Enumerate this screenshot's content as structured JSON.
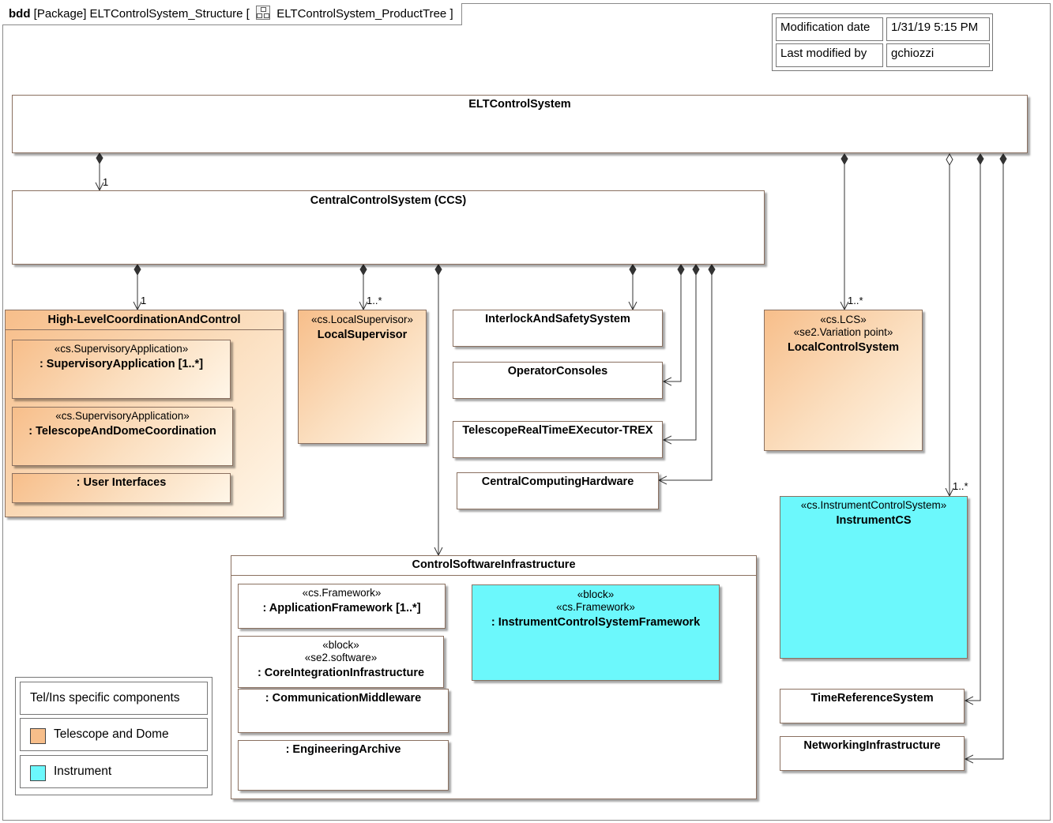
{
  "frame": {
    "kind": "bdd",
    "package": "[Package] ELTControlSystem_Structure [",
    "diagram_name": "ELTControlSystem_ProductTree ]"
  },
  "meta": {
    "modification_label": "Modification date",
    "modification_value": "1/31/19 5:15 PM",
    "modified_by_label": "Last modified by",
    "modified_by_value": "gchiozzi"
  },
  "blocks": {
    "elt": {
      "name": "ELTControlSystem"
    },
    "ccs": {
      "name": "CentralControlSystem (CCS)"
    },
    "hlcc": {
      "name": "High-LevelCoordinationAndControl",
      "parts": [
        {
          "stereo": "«cs.SupervisoryApplication»",
          "name": ": SupervisoryApplication [1..*]"
        },
        {
          "stereo": "«cs.SupervisoryApplication»",
          "name": ": TelescopeAndDomeCoordination"
        },
        {
          "name": ": User Interfaces"
        }
      ]
    },
    "ls": {
      "stereo": "«cs.LocalSupervisor»",
      "name": "LocalSupervisor"
    },
    "interlock": {
      "name": "InterlockAndSafetySystem"
    },
    "opcons": {
      "name": "OperatorConsoles"
    },
    "trex": {
      "name": "TelescopeRealTimeEXecutor-TREX"
    },
    "cch": {
      "name": "CentralComputingHardware"
    },
    "lcs": {
      "stereo1": "«cs.LCS»",
      "stereo2": "«se2.Variation point»",
      "name": "LocalControlSystem"
    },
    "ics": {
      "stereo": "«cs.InstrumentControlSystem»",
      "name": "InstrumentCS"
    },
    "csi": {
      "name": "ControlSoftwareInfrastructure",
      "parts": [
        {
          "stereo": "«cs.Framework»",
          "name": ": ApplicationFramework [1..*]"
        },
        {
          "stereo1": "«block»",
          "stereo2": "«se2.software»",
          "name": ": CoreIntegrationInfrastructure"
        },
        {
          "name": ": CommunicationMiddleware"
        },
        {
          "name": ": EngineeringArchive"
        },
        {
          "stereo1": "«block»",
          "stereo2": "«cs.Framework»",
          "name": ": InstrumentControlSystemFramework"
        }
      ]
    },
    "trs": {
      "name": "TimeReferenceSystem"
    },
    "net": {
      "name": "NetworkingInfrastructure"
    }
  },
  "multiplicities": {
    "elt_ccs": "1",
    "ccs_hlcc": "1",
    "ccs_ls": "1..*",
    "elt_lcs": "1..*",
    "elt_ics": "1..*"
  },
  "legend": {
    "title": "Tel/Ins specific components",
    "items": [
      {
        "label": "Telescope and Dome",
        "color": "#f7be8a"
      },
      {
        "label": "Instrument",
        "color": "#6cf8fc"
      }
    ]
  }
}
